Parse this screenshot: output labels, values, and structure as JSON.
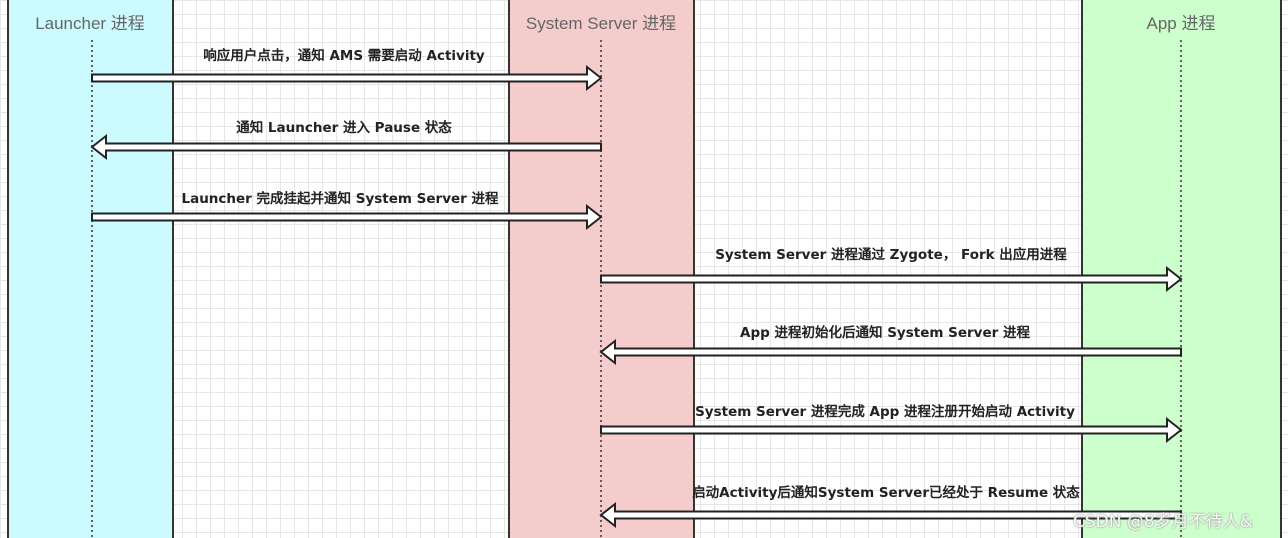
{
  "colors": {
    "launcher_lane": "#ccfbff",
    "system_lane": "#f5cccc",
    "app_lane": "#ccffcc",
    "border": "#333333",
    "arrow_fill": "#ffffff"
  },
  "lanes": [
    {
      "id": "launcher",
      "title": "Launcher 进程"
    },
    {
      "id": "system",
      "title": "System Server 进程"
    },
    {
      "id": "app",
      "title": "App 进程"
    }
  ],
  "messages": [
    {
      "label": "响应用户点击，通知 AMS 需要启动 Activity",
      "from": "launcher",
      "to": "system"
    },
    {
      "label": "通知 Launcher 进入 Pause 状态",
      "from": "system",
      "to": "launcher"
    },
    {
      "label": "Launcher 完成挂起并通知 System Server 进程",
      "from": "launcher",
      "to": "system"
    },
    {
      "label": "System Server 进程通过 Zygote， Fork 出应用进程",
      "from": "system",
      "to": "app"
    },
    {
      "label": "App 进程初始化后通知 System Server 进程",
      "from": "app",
      "to": "system"
    },
    {
      "label": "System Server 进程完成 App 进程注册开始启动 Activity",
      "from": "system",
      "to": "app"
    },
    {
      "label": "启动Activity后通知System Server已经处于 Resume 状态",
      "from": "app",
      "to": "system"
    }
  ],
  "watermark": "CSDN @8岁月不待人&"
}
